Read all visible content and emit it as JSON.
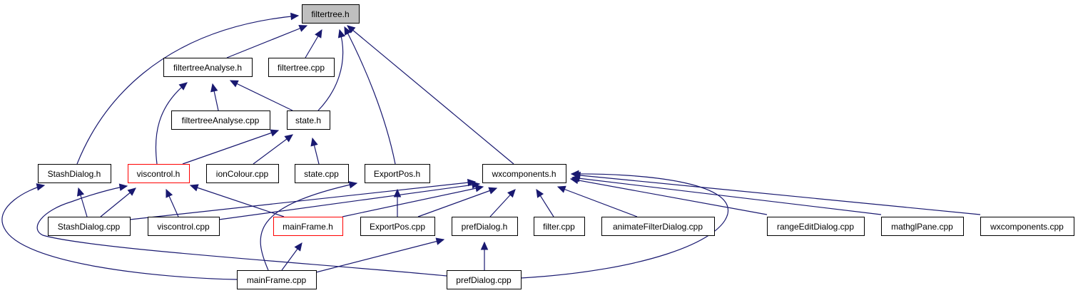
{
  "diagram": {
    "type": "include-dependency-graph",
    "root": "filtertree.h",
    "colors": {
      "edge": "#191970",
      "root_fill": "#bfbfbf",
      "highlight_border": "#ff0000",
      "node_border": "#000000"
    },
    "nodes": [
      {
        "id": "filtertree_h",
        "label": "filtertree.h",
        "style": "root"
      },
      {
        "id": "filtertreeAnalyse_h",
        "label": "filtertreeAnalyse.h"
      },
      {
        "id": "filtertree_cpp",
        "label": "filtertree.cpp"
      },
      {
        "id": "filtertreeAnalyse_cpp",
        "label": "filtertreeAnalyse.cpp"
      },
      {
        "id": "state_h",
        "label": "state.h"
      },
      {
        "id": "StashDialog_h",
        "label": "StashDialog.h"
      },
      {
        "id": "viscontrol_h",
        "label": "viscontrol.h",
        "style": "red"
      },
      {
        "id": "ionColour_cpp",
        "label": "ionColour.cpp"
      },
      {
        "id": "state_cpp",
        "label": "state.cpp"
      },
      {
        "id": "ExportPos_h",
        "label": "ExportPos.h"
      },
      {
        "id": "wxcomponents_h",
        "label": "wxcomponents.h"
      },
      {
        "id": "StashDialog_cpp",
        "label": "StashDialog.cpp"
      },
      {
        "id": "viscontrol_cpp",
        "label": "viscontrol.cpp"
      },
      {
        "id": "mainFrame_h",
        "label": "mainFrame.h",
        "style": "red"
      },
      {
        "id": "ExportPos_cpp",
        "label": "ExportPos.cpp"
      },
      {
        "id": "prefDialog_h",
        "label": "prefDialog.h"
      },
      {
        "id": "filter_cpp",
        "label": "filter.cpp"
      },
      {
        "id": "animateFilterDialog_cpp",
        "label": "animateFilterDialog.cpp"
      },
      {
        "id": "rangeEditDialog_cpp",
        "label": "rangeEditDialog.cpp"
      },
      {
        "id": "mathglPane_cpp",
        "label": "mathglPane.cpp"
      },
      {
        "id": "wxcomponents_cpp",
        "label": "wxcomponents.cpp"
      },
      {
        "id": "mainFrame_cpp",
        "label": "mainFrame.cpp"
      },
      {
        "id": "prefDialog_cpp",
        "label": "prefDialog.cpp"
      }
    ],
    "edges": [
      {
        "from": "filtertreeAnalyse_h",
        "to": "filtertree_h"
      },
      {
        "from": "filtertree_cpp",
        "to": "filtertree_h"
      },
      {
        "from": "StashDialog_h",
        "to": "filtertree_h"
      },
      {
        "from": "state_h",
        "to": "filtertree_h"
      },
      {
        "from": "ExportPos_h",
        "to": "filtertree_h"
      },
      {
        "from": "wxcomponents_h",
        "to": "filtertree_h"
      },
      {
        "from": "filtertreeAnalyse_cpp",
        "to": "filtertreeAnalyse_h"
      },
      {
        "from": "state_h",
        "to": "filtertreeAnalyse_h"
      },
      {
        "from": "viscontrol_h",
        "to": "filtertreeAnalyse_h"
      },
      {
        "from": "viscontrol_h",
        "to": "state_h"
      },
      {
        "from": "ionColour_cpp",
        "to": "state_h"
      },
      {
        "from": "state_cpp",
        "to": "state_h"
      },
      {
        "from": "StashDialog_cpp",
        "to": "StashDialog_h"
      },
      {
        "from": "mainFrame_cpp",
        "to": "StashDialog_h"
      },
      {
        "from": "StashDialog_cpp",
        "to": "viscontrol_h"
      },
      {
        "from": "viscontrol_cpp",
        "to": "viscontrol_h"
      },
      {
        "from": "mainFrame_h",
        "to": "viscontrol_h"
      },
      {
        "from": "prefDialog_cpp",
        "to": "viscontrol_h"
      },
      {
        "from": "ExportPos_cpp",
        "to": "ExportPos_h"
      },
      {
        "from": "mainFrame_cpp",
        "to": "ExportPos_h"
      },
      {
        "from": "StashDialog_cpp",
        "to": "wxcomponents_h"
      },
      {
        "from": "viscontrol_cpp",
        "to": "wxcomponents_h"
      },
      {
        "from": "mainFrame_h",
        "to": "wxcomponents_h"
      },
      {
        "from": "ExportPos_cpp",
        "to": "wxcomponents_h"
      },
      {
        "from": "prefDialog_h",
        "to": "wxcomponents_h"
      },
      {
        "from": "filter_cpp",
        "to": "wxcomponents_h"
      },
      {
        "from": "animateFilterDialog_cpp",
        "to": "wxcomponents_h"
      },
      {
        "from": "rangeEditDialog_cpp",
        "to": "wxcomponents_h"
      },
      {
        "from": "mathglPane_cpp",
        "to": "wxcomponents_h"
      },
      {
        "from": "wxcomponents_cpp",
        "to": "wxcomponents_h"
      },
      {
        "from": "prefDialog_cpp",
        "to": "wxcomponents_h"
      },
      {
        "from": "mainFrame_cpp",
        "to": "mainFrame_h"
      },
      {
        "from": "mainFrame_cpp",
        "to": "prefDialog_h"
      },
      {
        "from": "prefDialog_cpp",
        "to": "prefDialog_h"
      }
    ]
  }
}
